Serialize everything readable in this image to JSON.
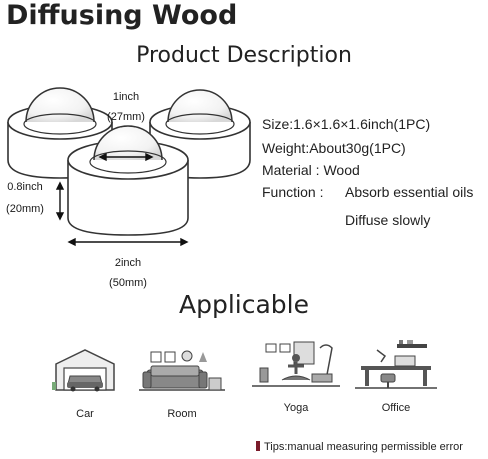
{
  "header": {
    "title": "Diffusing Wood",
    "subtitle": "Product Description"
  },
  "dimensions": {
    "ball_width": "1inch",
    "ball_width_mm": "(27mm)",
    "height": "0.8inch",
    "height_mm": "(20mm)",
    "base_width": "2inch",
    "base_width_mm": "(50mm)"
  },
  "specs": {
    "size": "Size:1.6×1.6×1.6inch(1PC)",
    "weight": "Weight:About30g(1PC)",
    "material": "Material : Wood",
    "function_label": "Function :",
    "function_line1": "Absorb essential oils",
    "function_line2": "Diffuse slowly"
  },
  "applicable": {
    "heading": "Applicable",
    "items": [
      {
        "label": "Car",
        "icon": "car-garage-icon"
      },
      {
        "label": "Room",
        "icon": "room-sofa-icon"
      },
      {
        "label": "Yoga",
        "icon": "yoga-person-icon"
      },
      {
        "label": "Office",
        "icon": "office-desk-icon"
      }
    ]
  },
  "tips": {
    "text": "Tips:manual measuring permissible error",
    "accent_color": "#7a1b2b"
  }
}
